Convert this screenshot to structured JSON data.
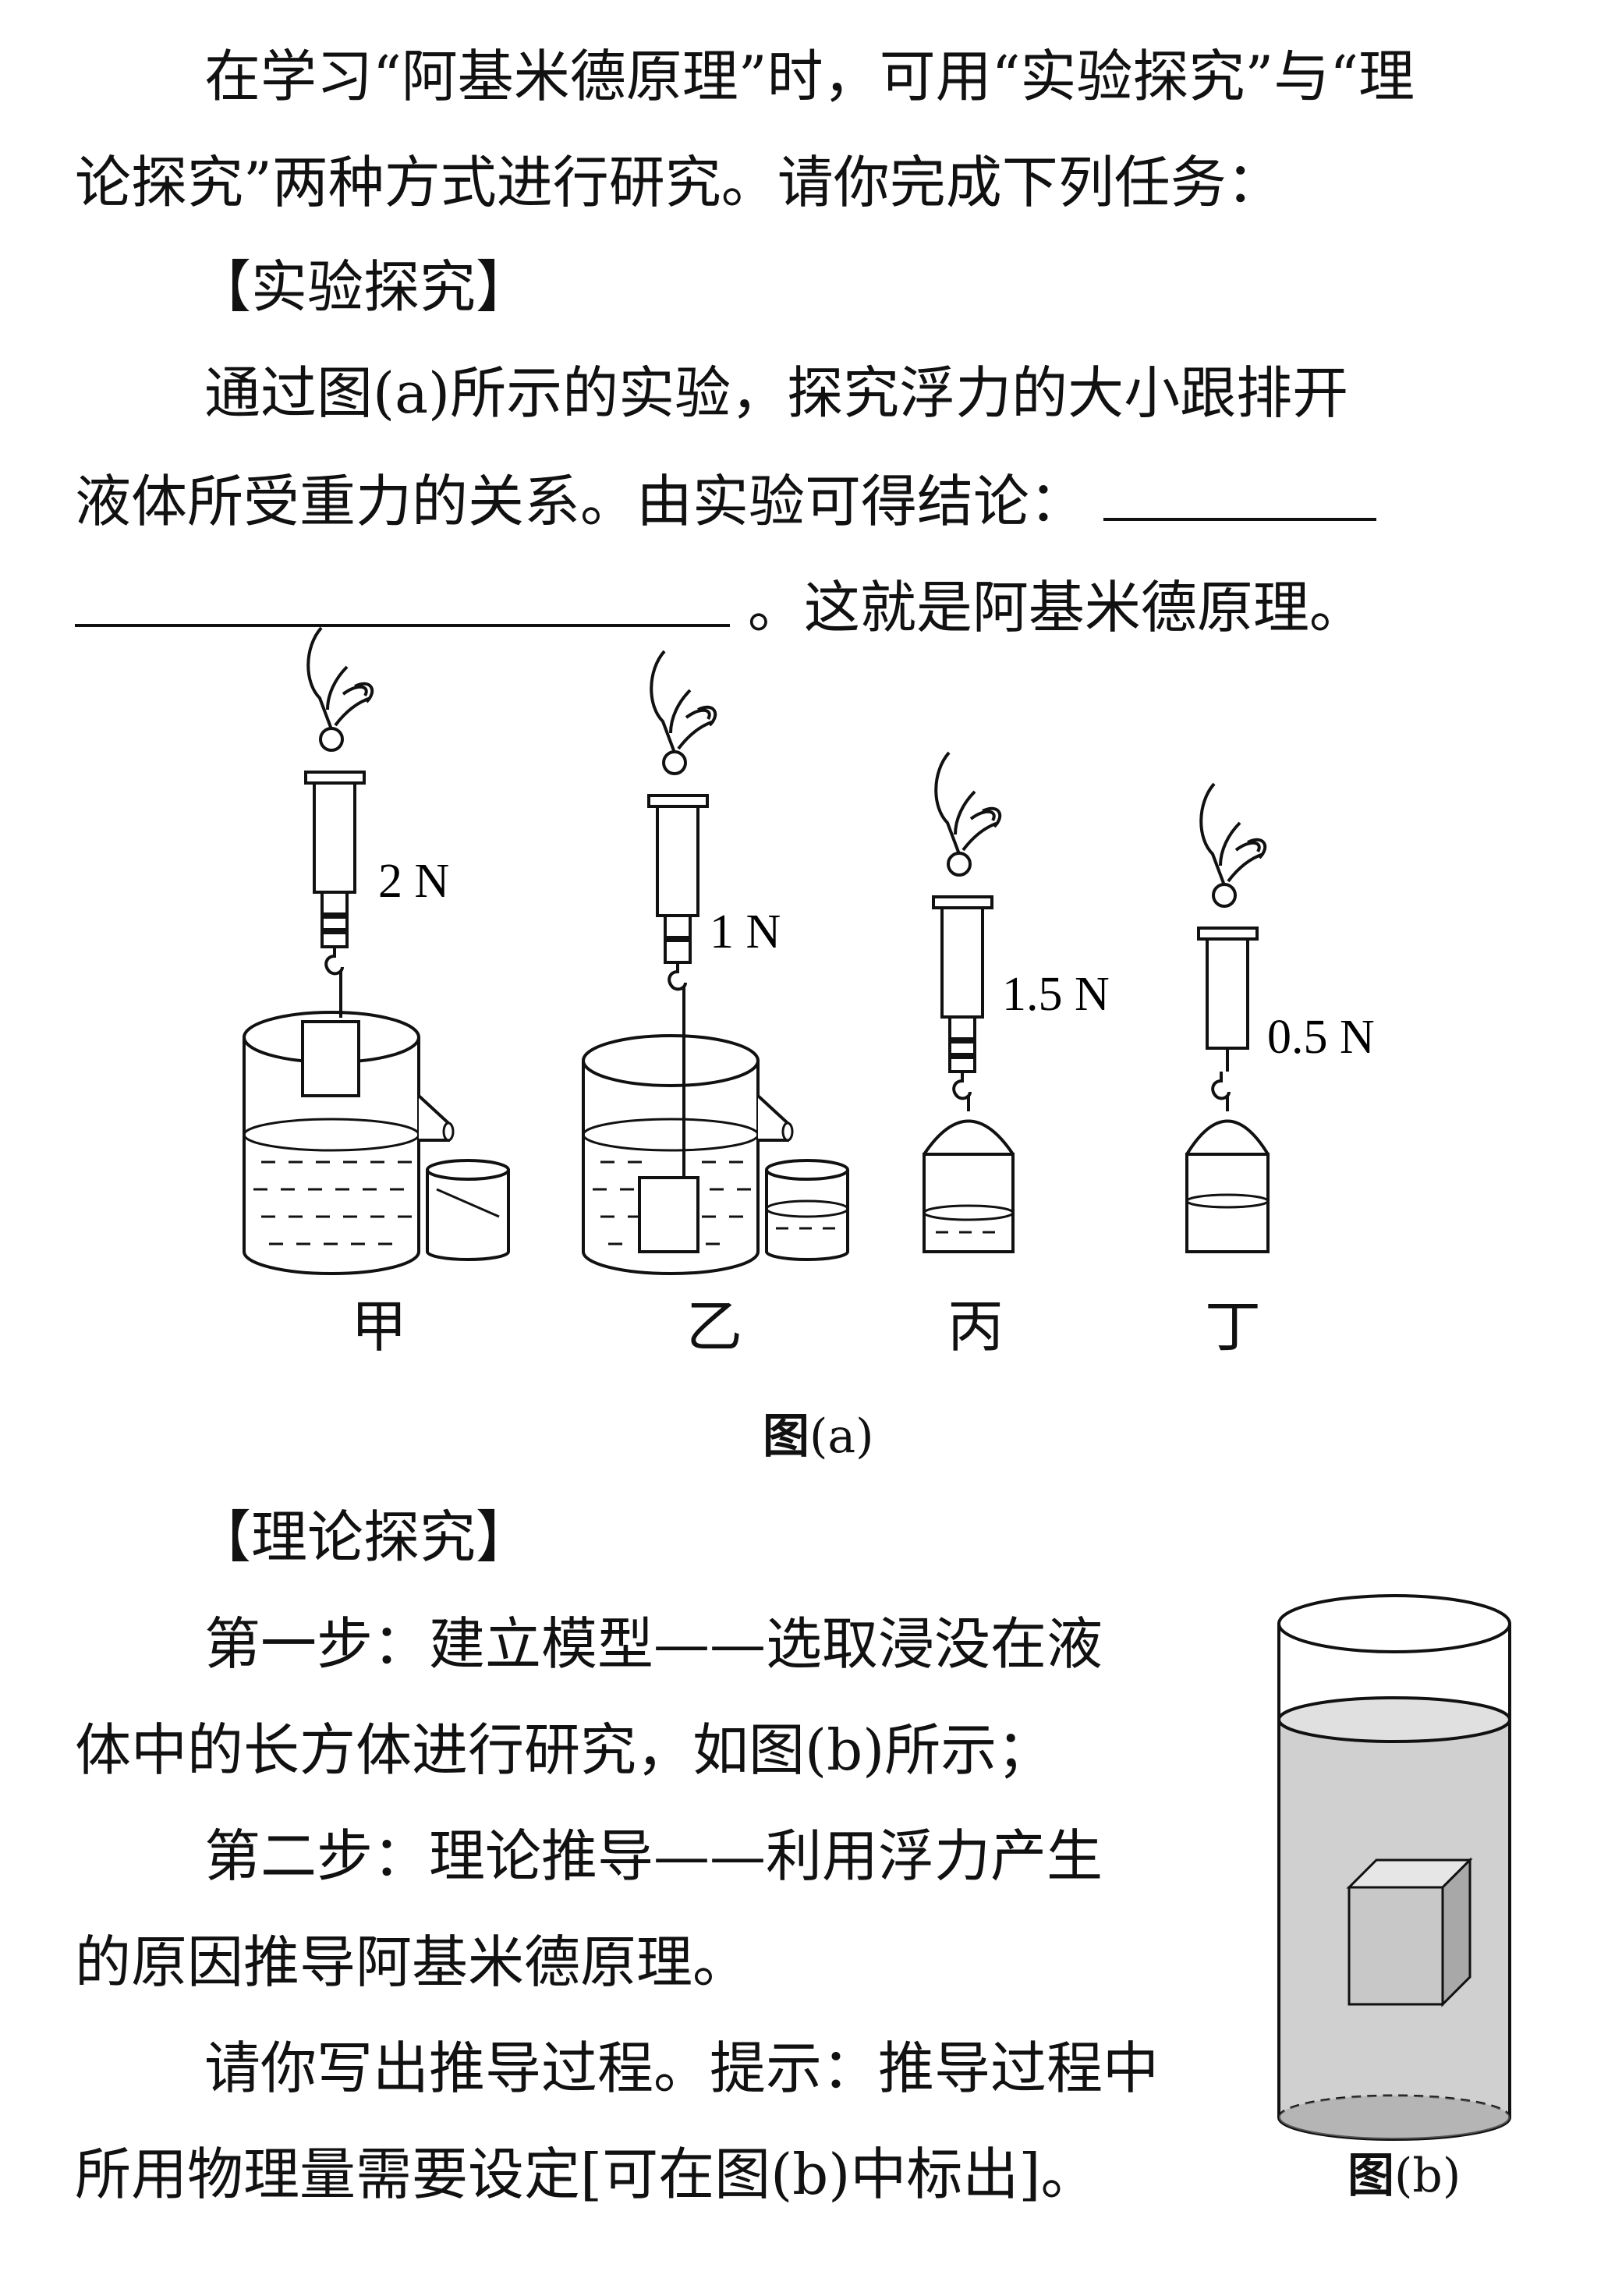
{
  "intro": {
    "line1": "在学习“阿基米德原理”时，可用“实验探究”与“理",
    "line2": "论探究”两种方式进行研究。请你完成下列任务："
  },
  "experiment": {
    "heading": "【实验探究】",
    "line1": "通过图(a)所示的实验，探究浮力的大小跟排开",
    "line2": "液体所受重力的关系。由实验可得结论：",
    "line3_suffix": "。这就是阿基米德原理。"
  },
  "figure_a": {
    "caption_bold": "图",
    "caption_rest": "(a)",
    "setups": [
      {
        "label": "甲",
        "reading": "2 N"
      },
      {
        "label": "乙",
        "reading": "1 N"
      },
      {
        "label": "丙",
        "reading": "1.5 N"
      },
      {
        "label": "丁",
        "reading": "0.5 N"
      }
    ]
  },
  "theory": {
    "heading": "【理论探究】",
    "step1_line1": "第一步：建立模型——选取浸没在液",
    "step1_line2": "体中的长方体进行研究，如图(b)所示；",
    "step2_line1": "第二步：理论推导——利用浮力产生",
    "step2_line2": "的原因推导阿基米德原理。",
    "task_line1": "请你写出推导过程。提示：推导过程中",
    "task_line2": "所用物理量需要设定[可在图(b)中标出]。"
  },
  "figure_b": {
    "caption_bold": "图",
    "caption_rest": "(b)"
  },
  "colors": {
    "ink": "#111111",
    "water_fill": "#d0d0d0",
    "block_front": "#c8c8c8",
    "block_top": "#e6e6e6",
    "block_side": "#a8a8a8"
  }
}
